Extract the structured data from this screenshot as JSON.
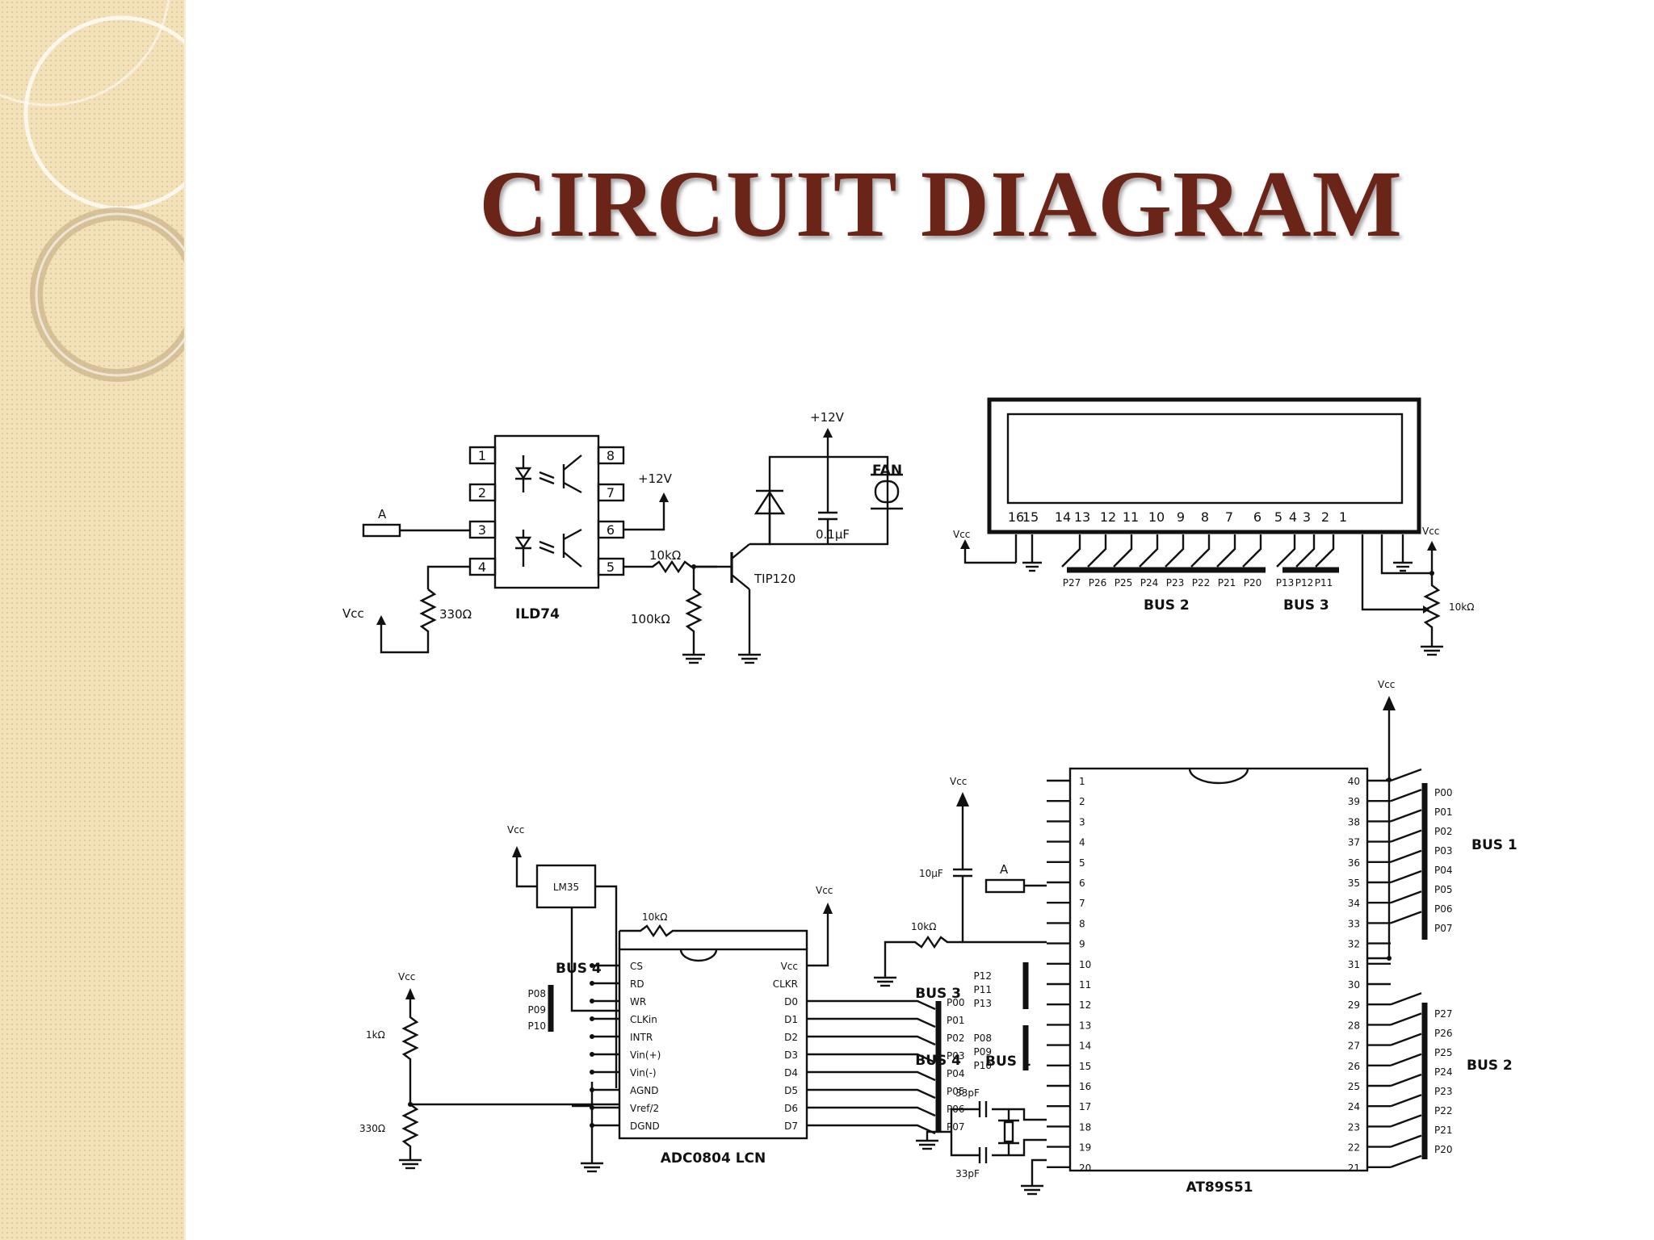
{
  "title": "CIRCUIT DIAGRAM",
  "optocoupler": {
    "part": "ILD74",
    "input": "A",
    "supply": "Vcc",
    "resistor": "330Ω",
    "pins_left": [
      "1",
      "2",
      "3",
      "4"
    ],
    "pins_right": [
      "8",
      "7",
      "6",
      "5"
    ],
    "out_supply": "+12V"
  },
  "driver": {
    "r_base": "10kΩ",
    "r_pulldown": "100kΩ",
    "transistor": "TIP120",
    "supply": "+12V",
    "capacitor": "0.1µF",
    "load": "FAN"
  },
  "lcd": {
    "pins": [
      "16",
      "15",
      "14",
      "13",
      "12",
      "11",
      "10",
      "9",
      "8",
      "7",
      "6",
      "5",
      "4",
      "3",
      "2",
      "1"
    ],
    "vcc_left": "Vcc",
    "vcc_right": "Vcc",
    "bus2_signals": [
      "P27",
      "P26",
      "P25",
      "P24",
      "P23",
      "P22",
      "P21",
      "P20"
    ],
    "bus3_signals": [
      "P13",
      "P12",
      "P11"
    ],
    "bus2_label": "BUS 2",
    "bus3_label": "BUS 3",
    "pot": "10kΩ"
  },
  "adc": {
    "part": "ADC0804 LCN",
    "sensor": "LM35",
    "vcc_sensor": "Vcc",
    "vcc_chip": "Vcc",
    "vcc_divider": "Vcc",
    "r_feedback": "10kΩ",
    "r_top": "1kΩ",
    "r_bottom": "330Ω",
    "bus4_label": "BUS 4",
    "bus4_signals": [
      "P08",
      "P09",
      "P10"
    ],
    "left_pins": [
      "CS",
      "RD",
      "WR",
      "CLKin",
      "INTR",
      "Vin(+)",
      "Vin(-)",
      "AGND",
      "Vref/2",
      "DGND"
    ],
    "right_pins": [
      "Vcc",
      "CLKR",
      "D0",
      "D1",
      "D2",
      "D3",
      "D4",
      "D5",
      "D6",
      "D7"
    ],
    "bus1_signals": [
      "P00",
      "P01",
      "P02",
      "P03",
      "P04",
      "P05",
      "P06",
      "P07"
    ],
    "bus1_label": "BUS 1"
  },
  "mcu": {
    "part": "AT89S51",
    "vcc_top": "Vcc",
    "vcc_left": "Vcc",
    "left_pins": [
      "1",
      "2",
      "3",
      "4",
      "5",
      "6",
      "7",
      "8",
      "9",
      "10",
      "11",
      "12",
      "13",
      "14",
      "15",
      "16",
      "17",
      "18",
      "19",
      "20"
    ],
    "right_pins": [
      "40",
      "39",
      "38",
      "37",
      "36",
      "35",
      "34",
      "33",
      "32",
      "31",
      "30",
      "29",
      "28",
      "27",
      "26",
      "25",
      "24",
      "23",
      "22",
      "21"
    ],
    "cap_reset": "10µF",
    "r_reset": "10kΩ",
    "input": "A",
    "bus3_label": "BUS 3",
    "bus3_signals": [
      "P12",
      "P11",
      "P13"
    ],
    "bus4_label": "BUS 4",
    "bus4_signals": [
      "P08",
      "P09",
      "P10"
    ],
    "crystal_cap1": "33pF",
    "crystal_cap2": "33pF",
    "bus1_signals": [
      "P00",
      "P01",
      "P02",
      "P03",
      "P04",
      "P05",
      "P06",
      "P07"
    ],
    "bus1_label": "BUS 1",
    "bus2_signals": [
      "P27",
      "P26",
      "P25",
      "P24",
      "P23",
      "P22",
      "P21",
      "P20"
    ],
    "bus2_label": "BUS 2"
  }
}
